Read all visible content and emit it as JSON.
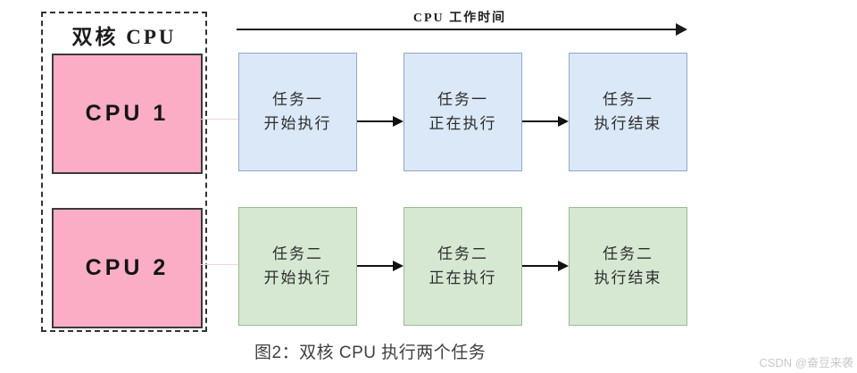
{
  "diagram": {
    "cpu_group": {
      "title": "双核 CPU",
      "cpus": [
        {
          "label": "CPU 1"
        },
        {
          "label": "CPU 2"
        }
      ]
    },
    "timeline_label": "CPU 工作时间",
    "rows": [
      {
        "task": "任务一",
        "steps": [
          {
            "line1": "任务一",
            "line2": "开始执行"
          },
          {
            "line1": "任务一",
            "line2": "正在执行"
          },
          {
            "line1": "任务一",
            "line2": "执行结束"
          }
        ]
      },
      {
        "task": "任务二",
        "steps": [
          {
            "line1": "任务二",
            "line2": "开始执行"
          },
          {
            "line1": "任务二",
            "line2": "正在执行"
          },
          {
            "line1": "任务二",
            "line2": "执行结束"
          }
        ]
      }
    ],
    "caption": "图2：双核 CPU 执行两个任务",
    "watermark": "CSDN @奋豆来袭",
    "colors": {
      "cpu_fill": "#fbadc6",
      "task1_fill": "#dbe8f7",
      "task1_border": "#8fa8cc",
      "task2_fill": "#d6e8d2",
      "task2_border": "#97bd8e",
      "arrow": "#111111",
      "connector": "#eed4df"
    }
  }
}
